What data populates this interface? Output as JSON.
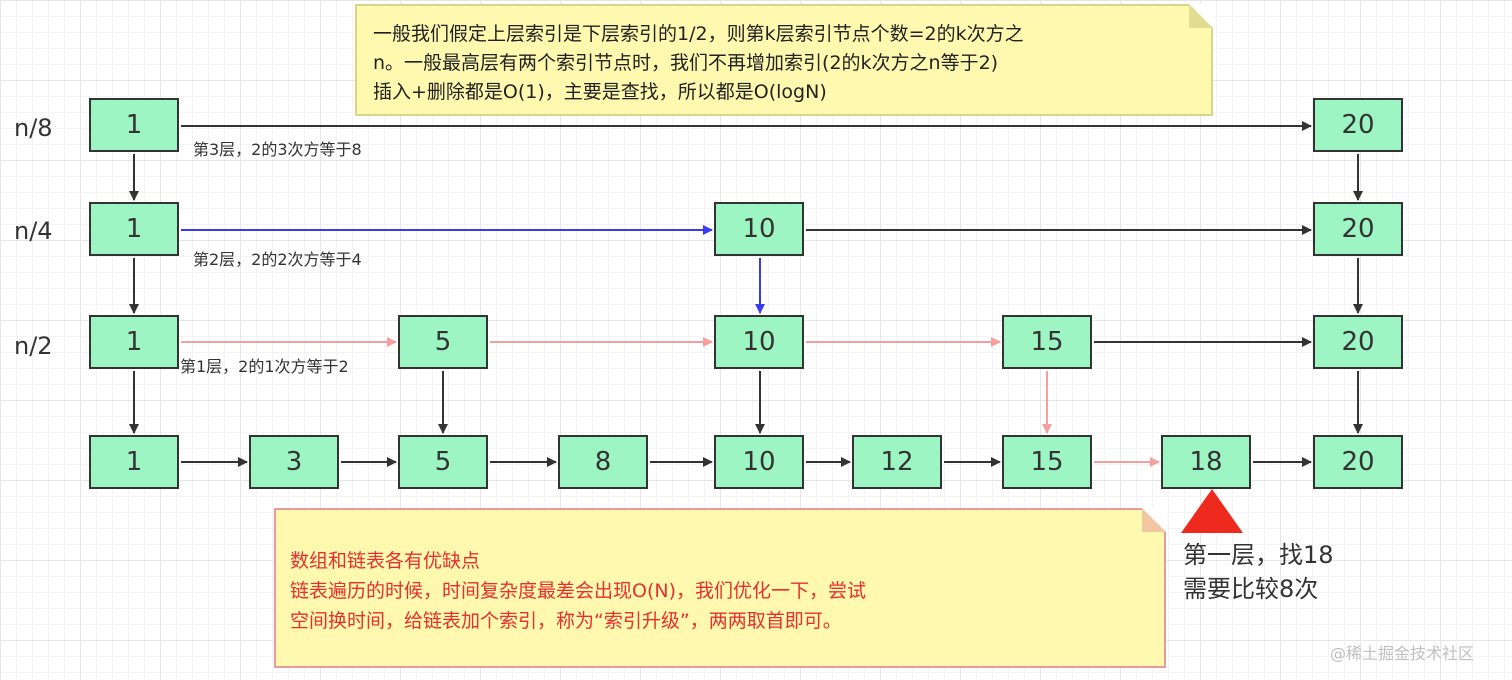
{
  "notes": {
    "top": [
      "一般我们假定上层索引是下层索引的1/2，则第k层索引节点个数=2的k次方之",
      "n。一般最高层有两个索引节点时，我们不再增加索引(2的k次方之n等于2)",
      "插入+删除都是O(1)，主要是查找，所以都是O(logN)"
    ],
    "bottom": [
      "数组和链表各有优缺点",
      "链表遍历的时候，时间复杂度最差会出现O(N)，我们优化一下，尝试",
      "空间换时间，给链表加个索引，称为“索引升级”，两两取首即可。"
    ]
  },
  "levels": [
    "n/8",
    "n/4",
    "n/2"
  ],
  "layer_labels": [
    "第3层，2的3次方等于8",
    "第2层，2的2次方等于4",
    "第1层，2的1次方等于2"
  ],
  "rows": [
    [
      "1",
      "20"
    ],
    [
      "1",
      "10",
      "20"
    ],
    [
      "1",
      "5",
      "10",
      "15",
      "20"
    ],
    [
      "1",
      "3",
      "5",
      "8",
      "10",
      "12",
      "15",
      "18",
      "20"
    ]
  ],
  "annotation": [
    "第一层，找18",
    "需要比较8次"
  ],
  "watermark": "@稀土掘金技术社区",
  "colors": {
    "node_fill": "#9ef5c4",
    "edge_default": "#333333",
    "edge_search_blue": "#3a3af0",
    "edge_search_pink": "#f4a0a0",
    "marker_red": "#ee2a1f"
  }
}
